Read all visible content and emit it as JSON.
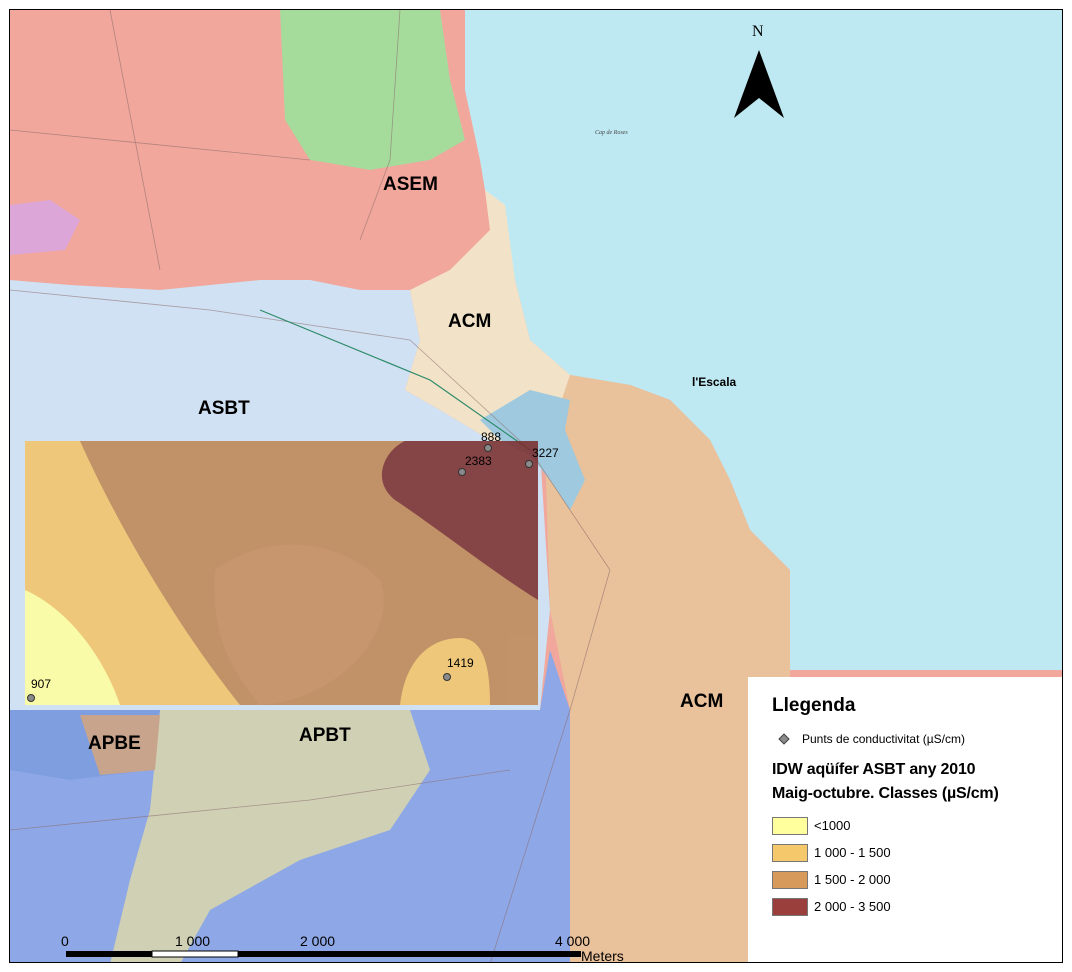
{
  "map": {
    "north_label": "N",
    "sea_label": "Cap de Roses",
    "zones": [
      {
        "label": "ASEM"
      },
      {
        "label": "ACM"
      },
      {
        "label": "ASBT"
      },
      {
        "label": "ACM"
      },
      {
        "label": "APBE"
      },
      {
        "label": "APBT"
      }
    ],
    "place_label": "l'Escala",
    "points": [
      {
        "label": "888"
      },
      {
        "label": "2383"
      },
      {
        "label": "3227"
      },
      {
        "label": "1419"
      },
      {
        "label": "907"
      }
    ],
    "scale_bar": {
      "ticks": [
        "0",
        "1 000",
        "2 000",
        "4 000"
      ],
      "unit": "Meters"
    }
  },
  "legend": {
    "title": "Llegenda",
    "point_label": "Punts de conductivitat (µS/cm)",
    "heading_line1": "IDW aqüífer ASBT any 2010",
    "heading_line2": "Maig-octubre. Classes (µS/cm)",
    "classes": [
      {
        "label": "<1000",
        "color": "#ffff9e"
      },
      {
        "label": "1 000 - 1 500",
        "color": "#f5c96b"
      },
      {
        "label": "1 500 - 2 000",
        "color": "#d89a5a"
      },
      {
        "label": "2 000 - 3 500",
        "color": "#9b3f3c"
      }
    ]
  },
  "colors": {
    "sea": "#bfe9f2",
    "asem": "#f1a79c",
    "green_zone": "#a5dc9c",
    "acm": "#f2e3c8",
    "asbt": "#cfe1f2",
    "apbe": "#7f9ee0",
    "apbt": "#cfd0b4",
    "blue_zone": "#8ea7e6",
    "east_land": "#e9c19a",
    "idw_mid": "#c08755",
    "idw_high": "#7b2f2e",
    "idw_low": "#ffff9e",
    "idw_light": "#f3c46a"
  }
}
